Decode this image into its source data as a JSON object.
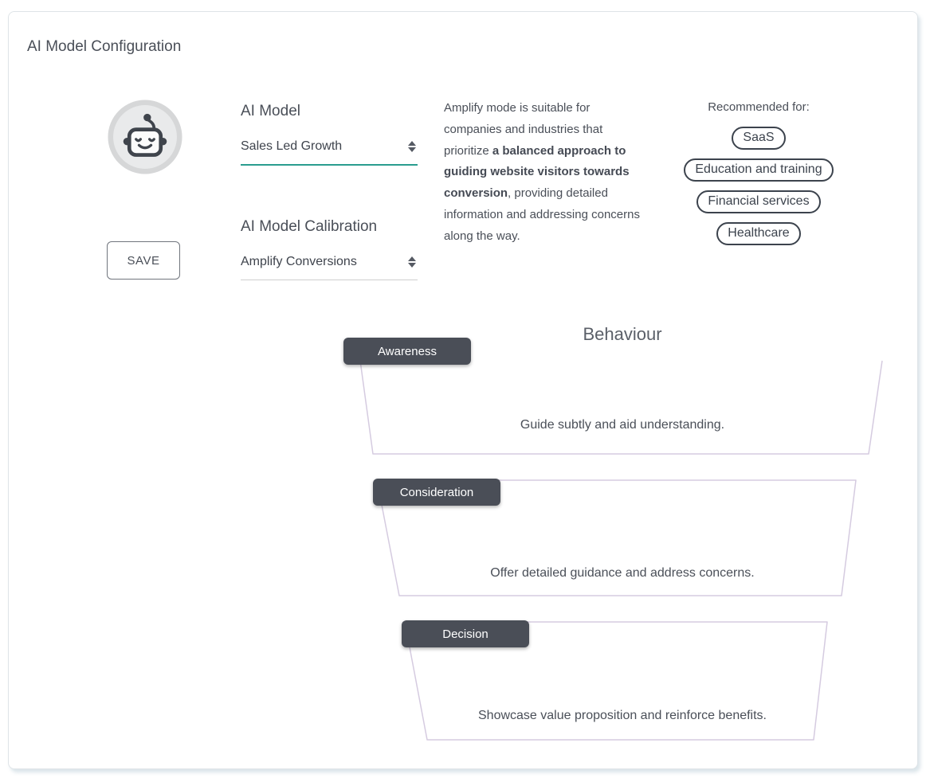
{
  "page": {
    "title": "AI Model Configuration"
  },
  "model_section": {
    "avatar_icon": "robot-icon",
    "save_label": "SAVE",
    "ai_model": {
      "label": "AI Model",
      "value": "Sales Led Growth"
    },
    "calibration": {
      "label": "AI Model Calibration",
      "value": "Amplify Conversions"
    }
  },
  "description": {
    "segments": [
      {
        "text": "Amplify mode is suitable for companies and industries that prioritize ",
        "bold": false
      },
      {
        "text": "a balanced approach to guiding website visitors towards conversion",
        "bold": true
      },
      {
        "text": ", providing detailed information and addressing concerns along the way.",
        "bold": false
      }
    ]
  },
  "recommended": {
    "label": "Recommended for:",
    "items": [
      "SaaS",
      "Education and training",
      "Financial services",
      "Healthcare"
    ]
  },
  "behaviour": {
    "title": "Behaviour",
    "stages": [
      {
        "label": "Awareness",
        "description": "Guide subtly and aid understanding."
      },
      {
        "label": "Consideration",
        "description": "Offer detailed guidance and address concerns."
      },
      {
        "label": "Decision",
        "description": "Showcase value proposition and reinforce benefits."
      }
    ]
  },
  "colors": {
    "accent_teal": "#2a9d8f",
    "badge_bg": "#4a4e57",
    "funnel_border": "#d5cbe0",
    "pill_border": "#3c434d",
    "card_border": "#dfe4e8"
  }
}
